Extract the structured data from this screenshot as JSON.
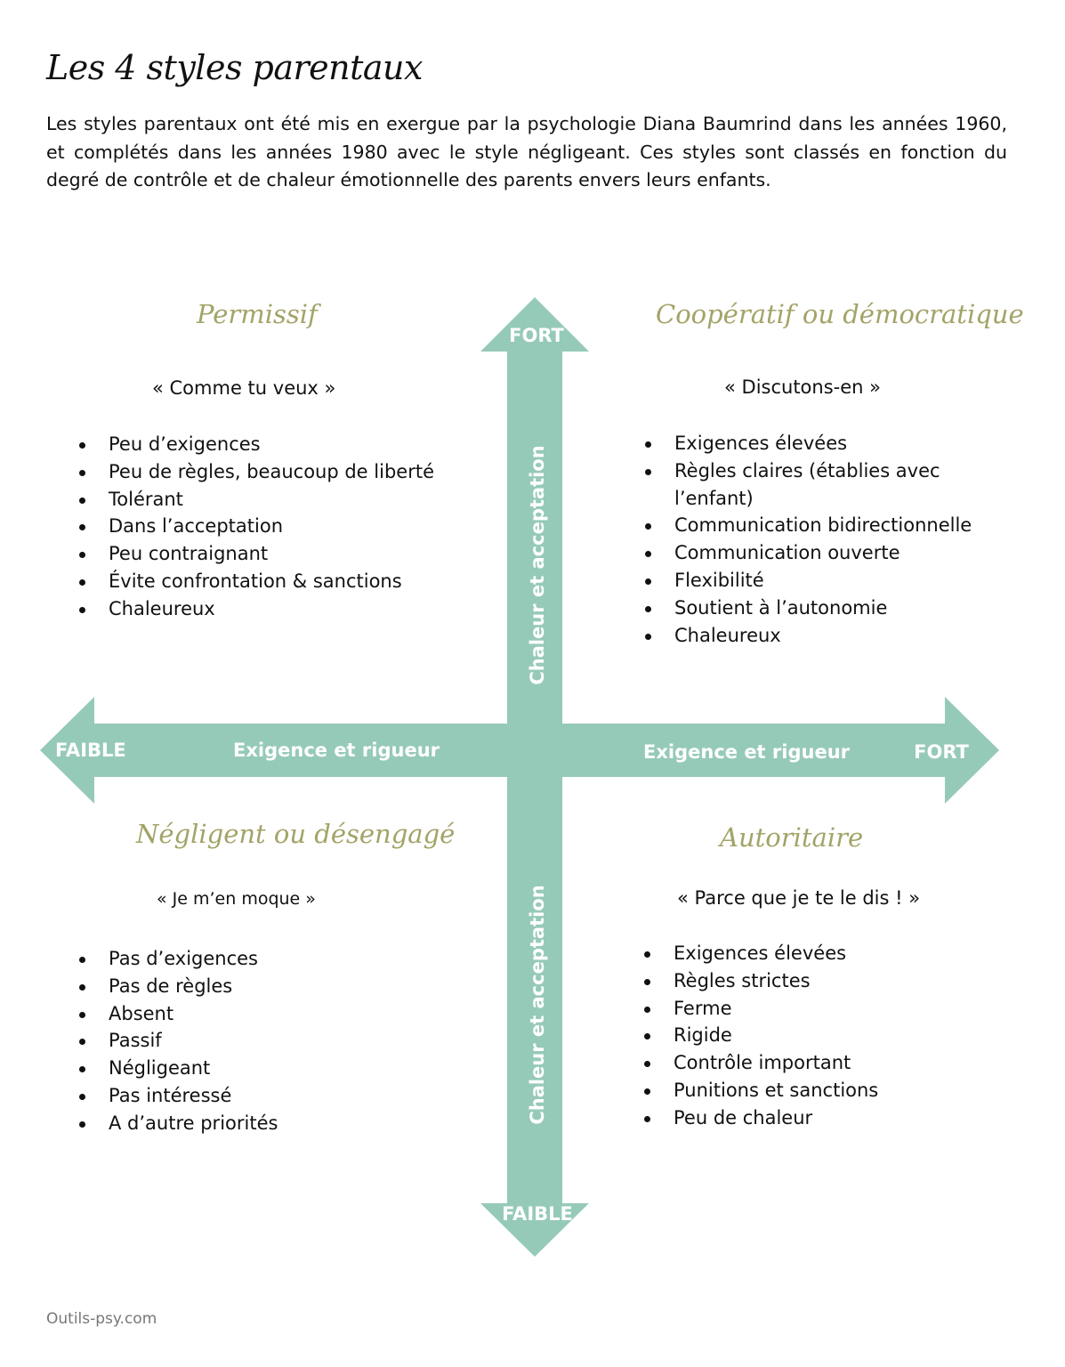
{
  "title": "Les 4 styles parentaux",
  "intro": "Les styles parentaux ont été mis en exergue par la psychologie Diana Baumrind dans les années 1960, et complétés dans les années 1980 avec le style négligeant. Ces styles sont classés en fonction du degré de contrôle et de chaleur émotionnelle des parents envers leurs enfants.",
  "colors": {
    "arrow": "#96cab8",
    "quadrant_title": "#a3a368",
    "text": "#111111"
  },
  "axes": {
    "vertical": {
      "label": "Chaleur et acceptation",
      "top_end": "FORT",
      "bottom_end": "FAIBLE"
    },
    "horizontal": {
      "label": "Exigence et rigueur",
      "left_end": "FAIBLE",
      "right_end": "FORT"
    }
  },
  "quadrants": {
    "top_left": {
      "title": "Permissif",
      "motto": "« Comme tu veux »",
      "traits": [
        "Peu d’exigences",
        "Peu de règles, beaucoup de liberté",
        "Tolérant",
        "Dans l’acceptation",
        "Peu contraignant",
        "Évite confrontation & sanctions",
        "Chaleureux"
      ]
    },
    "top_right": {
      "title": "Coopératif ou démocratique",
      "motto": "« Discutons-en »",
      "traits": [
        "Exigences élevées",
        "Règles claires (établies avec l’enfant)",
        "Communication bidirectionnelle",
        "Communication ouverte",
        "Flexibilité",
        "Soutient à l’autonomie",
        "Chaleureux"
      ]
    },
    "bottom_left": {
      "title": "Négligent ou désengagé",
      "motto": "« Je m’en moque »",
      "traits": [
        "Pas d’exigences",
        "Pas de règles",
        "Absent",
        "Passif",
        "Négligeant",
        "Pas intéressé",
        "A d’autre priorités"
      ]
    },
    "bottom_right": {
      "title": "Autoritaire",
      "motto": "« Parce que je te le dis ! »",
      "traits": [
        "Exigences élevées",
        "Règles strictes",
        "Ferme",
        "Rigide",
        "Contrôle important",
        "Punitions et sanctions",
        "Peu de chaleur"
      ]
    }
  },
  "footer": "Outils-psy.com"
}
